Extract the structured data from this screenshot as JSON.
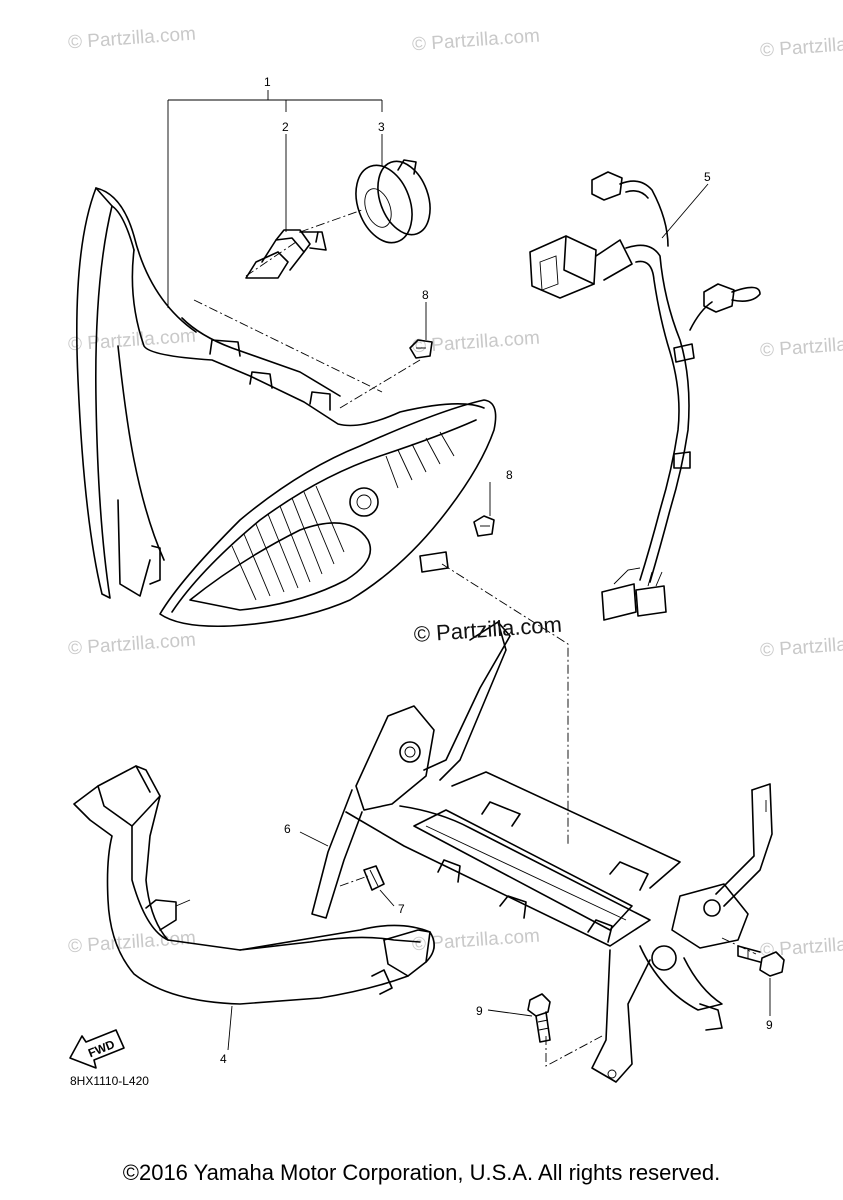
{
  "watermarks": {
    "text": "© Partzilla.com",
    "main": "© Partzilla.com"
  },
  "callouts": {
    "p1": "1",
    "p2": "2",
    "p3": "3",
    "p4": "4",
    "p5": "5",
    "p6": "6",
    "p7": "7",
    "p8a": "8",
    "p8b": "8",
    "p9a": "9",
    "p9b": "9"
  },
  "fwd_label": "FWD",
  "diagram_ref": "8HX1110-L420",
  "copyright": "©2016 Yamaha Motor Corporation, U.S.A. All rights reserved."
}
